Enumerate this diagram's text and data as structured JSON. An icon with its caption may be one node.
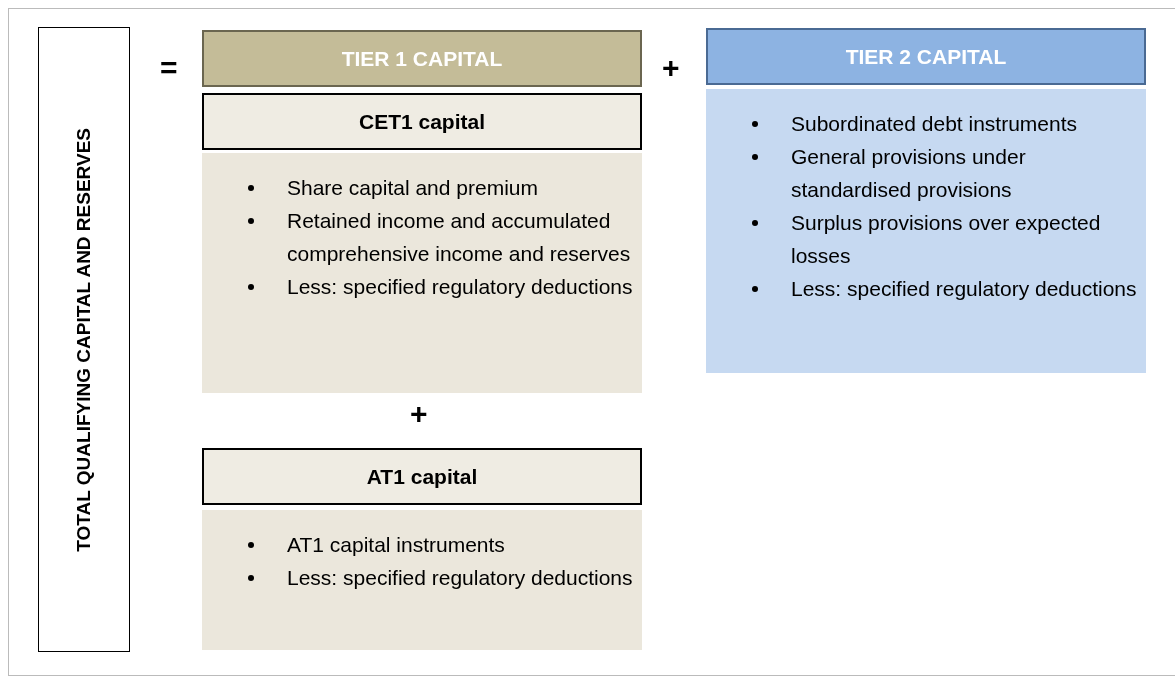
{
  "diagram": {
    "nodes": [
      {
        "text": [
          "TOTAL QUALIFYING CAPITAL AND RESERVES"
        ]
      },
      {
        "text": [
          "TIER 1 CAPITAL"
        ]
      },
      {
        "text": [
          "CET1 capital"
        ]
      },
      {
        "text": [
          "Share capital and premium",
          "Retained income and accumulated comprehensive income and reserves",
          "Less: specified regulatory deductions"
        ]
      },
      {
        "text": [
          "AT1 capital"
        ]
      },
      {
        "text": [
          "AT1 capital instruments",
          "Less: specified regulatory deductions"
        ]
      },
      {
        "text": [
          "TIER 2 CAPITAL"
        ]
      },
      {
        "text": [
          "Subordinated debt instruments",
          "General provisions under standardised provisions",
          "Surplus provisions over expected losses",
          "Less: specified regulatory deductions"
        ]
      }
    ],
    "labels": [
      "=",
      "+",
      "+"
    ]
  }
}
